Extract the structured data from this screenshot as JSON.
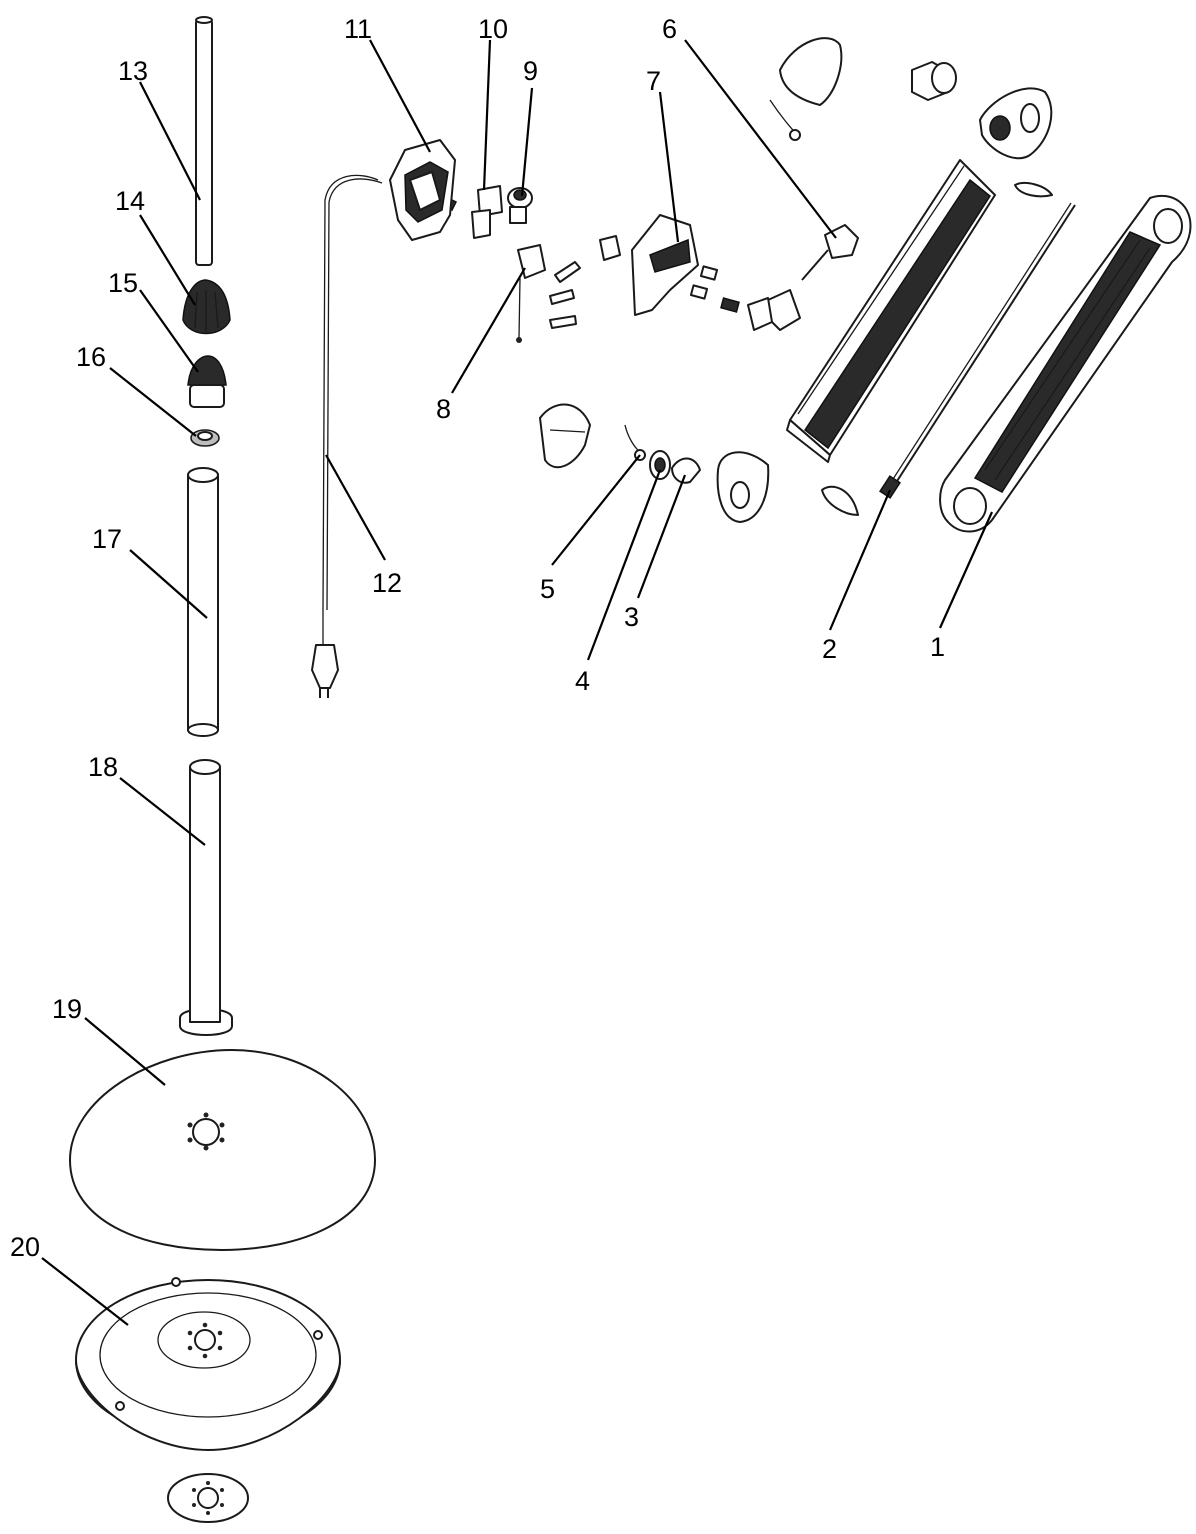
{
  "diagram": {
    "type": "exploded-parts-view",
    "callouts": [
      {
        "id": "1",
        "label": "1"
      },
      {
        "id": "2",
        "label": "2"
      },
      {
        "id": "3",
        "label": "3"
      },
      {
        "id": "4",
        "label": "4"
      },
      {
        "id": "5",
        "label": "5"
      },
      {
        "id": "6",
        "label": "6"
      },
      {
        "id": "7",
        "label": "7"
      },
      {
        "id": "8",
        "label": "8"
      },
      {
        "id": "9",
        "label": "9"
      },
      {
        "id": "10",
        "label": "10"
      },
      {
        "id": "11",
        "label": "11"
      },
      {
        "id": "12",
        "label": "12"
      },
      {
        "id": "13",
        "label": "13"
      },
      {
        "id": "14",
        "label": "14"
      },
      {
        "id": "15",
        "label": "15"
      },
      {
        "id": "16",
        "label": "16"
      },
      {
        "id": "17",
        "label": "17"
      },
      {
        "id": "18",
        "label": "18"
      },
      {
        "id": "19",
        "label": "19"
      },
      {
        "id": "20",
        "label": "20"
      }
    ]
  }
}
